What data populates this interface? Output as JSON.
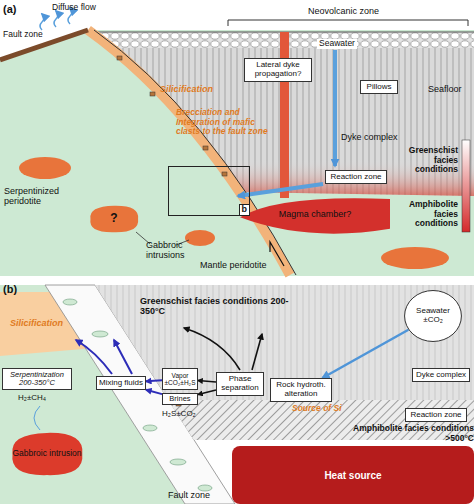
{
  "diagram": {
    "nodes": [
      {
        "text": [
          "Lateral dyke propagation?"
        ]
      },
      {
        "text": [
          "Pillows"
        ]
      },
      {
        "text": [
          "Reaction zone"
        ]
      },
      {
        "text": [
          "Magma chamber?"
        ]
      },
      {
        "text": [
          "?"
        ]
      },
      {
        "text": [
          "b"
        ]
      },
      {
        "text": [
          "Seawater ±CO₂"
        ]
      },
      {
        "text": [
          "Dyke complex"
        ]
      },
      {
        "text": [
          "Vapor ±CO₂±H₂S"
        ]
      },
      {
        "text": [
          "Brines"
        ]
      },
      {
        "text": [
          "Phase separation"
        ]
      },
      {
        "text": [
          "Rock hydroth. alteration"
        ]
      },
      {
        "text": [
          "Reaction zone"
        ]
      },
      {
        "text": [
          "Mixing fluids"
        ]
      },
      {
        "text": [
          "Serpentinization 200-350°C"
        ]
      },
      {
        "text": [
          "Gabbroic intrusion"
        ]
      },
      {
        "text": [
          "Heat source"
        ]
      }
    ],
    "edges": [
      {
        "from": 6,
        "to": 11,
        "arrow": "to"
      },
      {
        "from": 10,
        "to": 8,
        "arrow": "to"
      },
      {
        "from": 10,
        "to": 9,
        "arrow": "to"
      },
      {
        "from": 8,
        "to": 13,
        "arrow": "to"
      },
      {
        "from": 9,
        "to": 13,
        "arrow": "to"
      }
    ],
    "labels": [
      "(a)",
      "Neovolcanic zone",
      "Diffuse flow",
      "Fault zone",
      "Seawater",
      "Seafloor",
      "Silicification",
      "Brecciation and Integration of mafic clasts to the fault zone",
      "Dyke complex",
      "Greenschist facies conditions",
      "Amphibolite facies conditions",
      "Serpentinized peridotite",
      "Gabbroic intrusions",
      "Mantle peridotite",
      "(b)",
      "Greenschist facies conditions 200-350°C",
      "Silicification",
      "H₂±CH₄",
      "H₂S±CO₂",
      "Source of Si",
      "Amphibolite facies conditions >500°C",
      "Fault zone"
    ]
  }
}
